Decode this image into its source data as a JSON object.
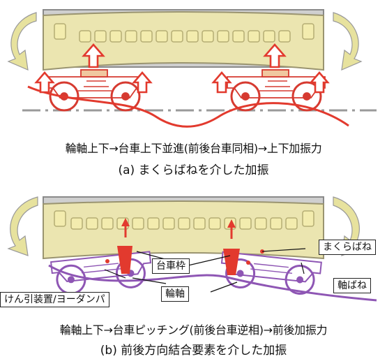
{
  "figure": {
    "caption_a_line1": "輪軸上下→台車上下並進(前後台車同相)→上下加振力",
    "caption_a_line2": "(a) まくらばねを介した加振",
    "caption_b_line1": "輪軸上下→台車ピッチング(前後台車逆相)→前後加振力",
    "caption_b_line2": "(b) 前後方向結合要素を介した加振"
  },
  "labels": {
    "bogie_frame": "台車枠",
    "wheelset": "輪軸",
    "air_spring": "まくらばね",
    "axle_spring": "軸ばね",
    "traction": "けん引装置/ヨーダンパ"
  },
  "colors": {
    "car_body": "#ebe5b0",
    "car_body_window": "#f3ecae",
    "force_arrow": "#e23a2e",
    "bogie_b": "#8e56b4",
    "curved_arrow": "#e7e29e"
  }
}
